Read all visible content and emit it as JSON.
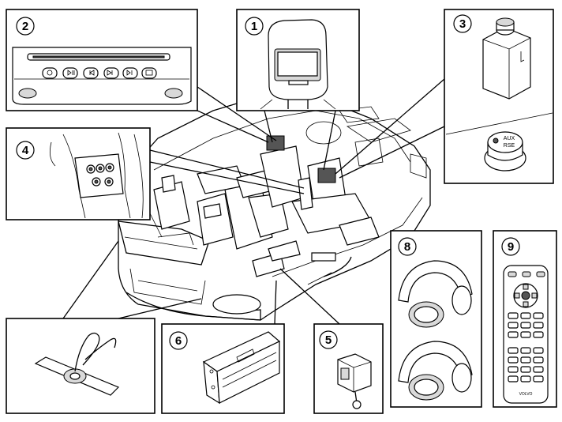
{
  "callouts": [
    {
      "id": "1",
      "label": "1"
    },
    {
      "id": "2",
      "label": "2"
    },
    {
      "id": "3",
      "label": "3"
    },
    {
      "id": "4",
      "label": "4"
    },
    {
      "id": "5",
      "label": "5"
    },
    {
      "id": "6",
      "label": "6"
    },
    {
      "id": "8",
      "label": "8"
    },
    {
      "id": "9",
      "label": "9"
    }
  ],
  "aux_jack": {
    "line1": "AUX",
    "line2": "RSE"
  },
  "remote": {
    "brand": "VOLVO"
  },
  "colors": {
    "line": "#000000",
    "background": "#ffffff",
    "shade": "#d9d9d9"
  }
}
